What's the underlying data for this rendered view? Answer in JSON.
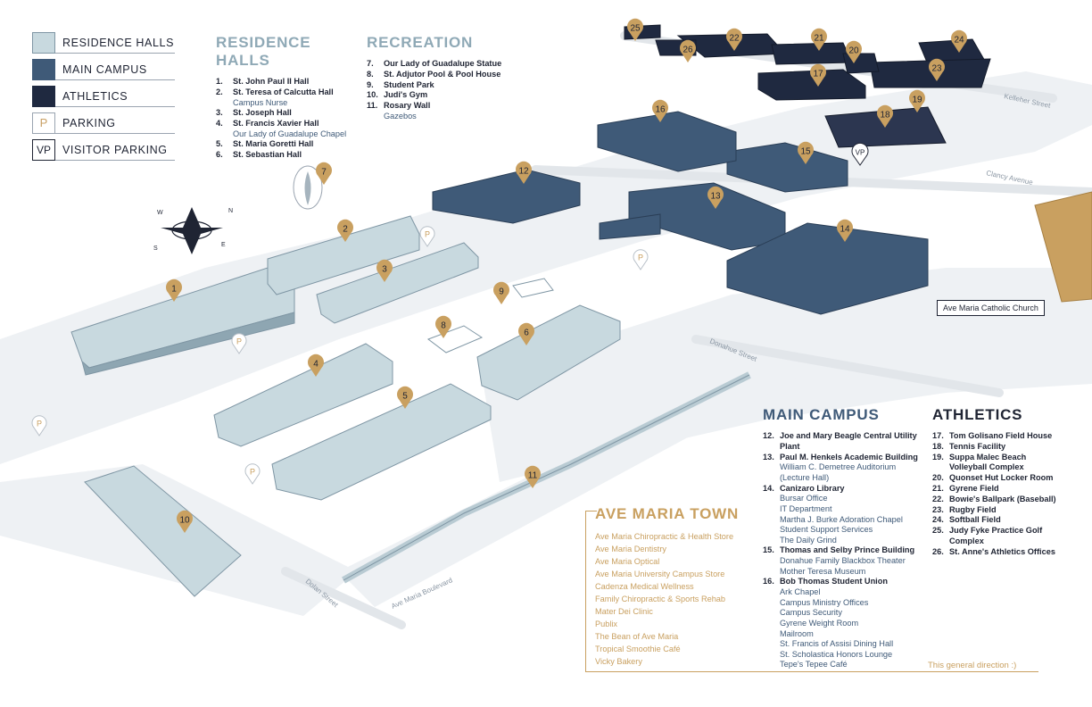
{
  "legend": {
    "residence_halls": "RESIDENCE HALLS",
    "main_campus": "MAIN CAMPUS",
    "athletics": "ATHLETICS",
    "parking": "PARKING",
    "parking_symbol": "P",
    "visitor_parking": "VISITOR PARKING",
    "visitor_parking_symbol": "VP"
  },
  "colors": {
    "residence_halls": "#c8d9df",
    "main_campus": "#3f5a78",
    "athletics": "#1f2940",
    "pin": "#c9a060",
    "town": "#c9a060"
  },
  "residence_halls": {
    "title": "RESIDENCE HALLS",
    "items": [
      {
        "num": "1.",
        "name": "St. John Paul II Hall",
        "subs": []
      },
      {
        "num": "2.",
        "name": "St. Teresa of Calcutta Hall",
        "subs": [
          "Campus Nurse"
        ]
      },
      {
        "num": "3.",
        "name": "St. Joseph Hall",
        "subs": []
      },
      {
        "num": "4.",
        "name": "St. Francis Xavier Hall",
        "subs": [
          "Our Lady of Guadalupe Chapel"
        ]
      },
      {
        "num": "5.",
        "name": "St. Maria Goretti Hall",
        "subs": []
      },
      {
        "num": "6.",
        "name": "St. Sebastian Hall",
        "subs": []
      }
    ]
  },
  "recreation": {
    "title": "RECREATION",
    "items": [
      {
        "num": "7.",
        "name": "Our Lady of Guadalupe Statue",
        "subs": []
      },
      {
        "num": "8.",
        "name": "St. Adjutor Pool & Pool House",
        "subs": []
      },
      {
        "num": "9.",
        "name": "Student Park",
        "subs": []
      },
      {
        "num": "10.",
        "name": "Judi's Gym",
        "subs": []
      },
      {
        "num": "11.",
        "name": "Rosary Wall",
        "subs": [
          "Gazebos"
        ]
      }
    ]
  },
  "main_campus": {
    "title": "MAIN CAMPUS",
    "items": [
      {
        "num": "12.",
        "name": "Joe and Mary Beagle Central Utility Plant",
        "subs": []
      },
      {
        "num": "13.",
        "name": "Paul M. Henkels Academic Building",
        "subs": [
          "William C. Demetree Auditorium (Lecture Hall)"
        ]
      },
      {
        "num": "14.",
        "name": "Canizaro Library",
        "subs": [
          "Bursar Office",
          "IT Department",
          "Martha J. Burke Adoration Chapel",
          "Student Support Services",
          "The Daily Grind"
        ]
      },
      {
        "num": "15.",
        "name": "Thomas and Selby Prince Building",
        "subs": [
          "Donahue Family Blackbox Theater",
          "Mother Teresa Museum"
        ]
      },
      {
        "num": "16.",
        "name": "Bob Thomas Student Union",
        "subs": [
          "Ark Chapel",
          "Campus Ministry Offices",
          "Campus Security",
          "Gyrene Weight Room",
          "Mailroom",
          "St. Francis of Assisi Dining Hall",
          "St. Scholastica Honors Lounge",
          "Tepe's Tepee Café"
        ]
      }
    ]
  },
  "athletics": {
    "title": "ATHLETICS",
    "items": [
      {
        "num": "17.",
        "name": "Tom Golisano Field House",
        "subs": []
      },
      {
        "num": "18.",
        "name": "Tennis Facility",
        "subs": []
      },
      {
        "num": "19.",
        "name": "Suppa Malec Beach Volleyball Complex",
        "subs": []
      },
      {
        "num": "20.",
        "name": "Quonset Hut Locker Room",
        "subs": []
      },
      {
        "num": "21.",
        "name": "Gyrene Field",
        "subs": []
      },
      {
        "num": "22.",
        "name": "Bowie's Ballpark (Baseball)",
        "subs": []
      },
      {
        "num": "23.",
        "name": "Rugby Field",
        "subs": []
      },
      {
        "num": "24.",
        "name": "Softball Field",
        "subs": []
      },
      {
        "num": "25.",
        "name": "Judy Fyke Practice Golf Complex",
        "subs": []
      },
      {
        "num": "26.",
        "name": "St. Anne's Athletics Offices",
        "subs": []
      }
    ]
  },
  "town": {
    "title": "AVE MARIA TOWN",
    "items": [
      "Ave Maria Chiropractic & Health Store",
      "Ave Maria Dentistry",
      "Ave Maria Optical",
      "Ave Maria University Campus Store",
      "Cadenza Medical Wellness",
      "Family Chiropractic & Sports Rehab",
      "Mater Dei Clinic",
      "Publix",
      "The Bean of Ave Maria",
      "Tropical Smoothie Café",
      "Vicky Bakery"
    ],
    "direction_note": "This general direction :)"
  },
  "map": {
    "church_label": "Ave Maria Catholic Church",
    "compass": {
      "n": "N",
      "s": "S",
      "e": "E",
      "w": "W"
    },
    "streets": {
      "kelleher": "Kelleher Street",
      "clancy": "Clancy Avenue",
      "donahue": "Donahue Street",
      "dolan": "Dolan Street",
      "ave_maria_blvd": "Ave Maria Boulevard"
    },
    "pins": [
      {
        "label": "1",
        "category": "residence"
      },
      {
        "label": "2",
        "category": "residence"
      },
      {
        "label": "3",
        "category": "residence"
      },
      {
        "label": "4",
        "category": "residence"
      },
      {
        "label": "5",
        "category": "residence"
      },
      {
        "label": "6",
        "category": "residence"
      },
      {
        "label": "7",
        "category": "recreation"
      },
      {
        "label": "8",
        "category": "recreation"
      },
      {
        "label": "9",
        "category": "recreation"
      },
      {
        "label": "10",
        "category": "recreation"
      },
      {
        "label": "11",
        "category": "recreation"
      },
      {
        "label": "12",
        "category": "main"
      },
      {
        "label": "13",
        "category": "main"
      },
      {
        "label": "14",
        "category": "main"
      },
      {
        "label": "15",
        "category": "main"
      },
      {
        "label": "16",
        "category": "main"
      },
      {
        "label": "17",
        "category": "athletics"
      },
      {
        "label": "18",
        "category": "athletics"
      },
      {
        "label": "19",
        "category": "athletics"
      },
      {
        "label": "20",
        "category": "athletics"
      },
      {
        "label": "21",
        "category": "athletics"
      },
      {
        "label": "22",
        "category": "athletics"
      },
      {
        "label": "23",
        "category": "athletics"
      },
      {
        "label": "24",
        "category": "athletics"
      },
      {
        "label": "25",
        "category": "athletics"
      },
      {
        "label": "26",
        "category": "athletics"
      }
    ],
    "parking_markers": [
      "P",
      "P",
      "P",
      "P",
      "P"
    ],
    "visitor_marker": "VP"
  }
}
